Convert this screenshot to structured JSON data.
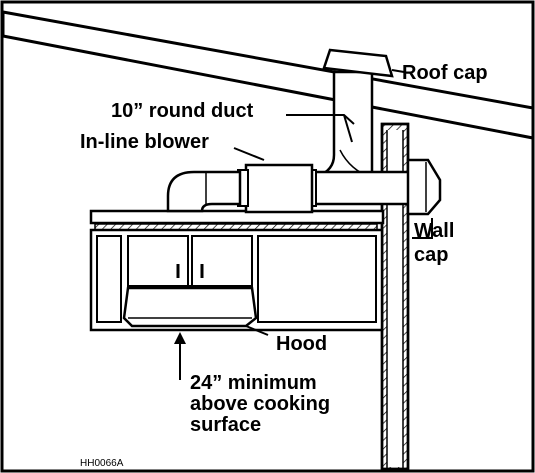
{
  "labels": {
    "roof_cap": "Roof cap",
    "round_duct": "10” round duct",
    "inline_blower": "In-line blower",
    "wall_cap_line1": "Wall",
    "wall_cap_line2": "cap",
    "hood": "Hood",
    "min_height_line1": "24” minimum",
    "min_height_line2": "above cooking",
    "min_height_line3": "surface",
    "figure_code": "HH0066A"
  },
  "colors": {
    "ink": "#000000",
    "paper": "#ffffff"
  }
}
